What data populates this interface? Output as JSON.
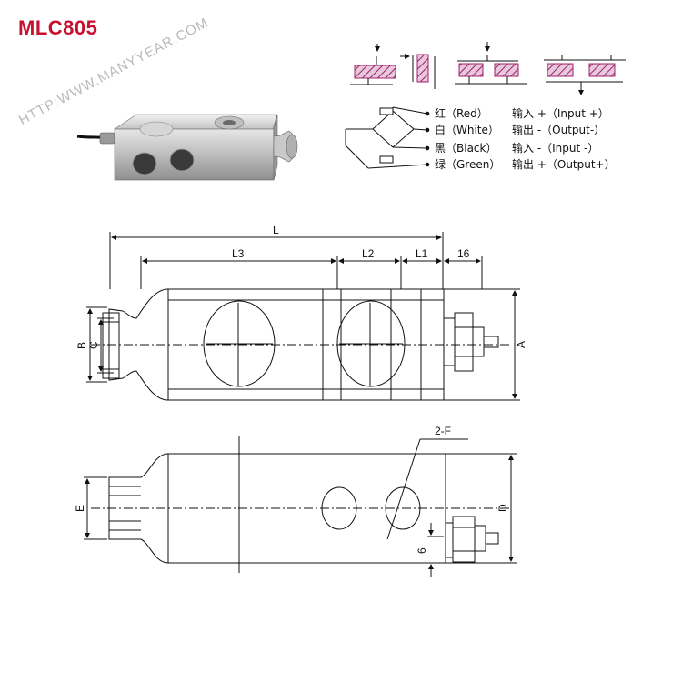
{
  "title": "MLC805",
  "watermark": "HTTP:WWW.MANYYEAR.COM",
  "wiring": [
    {
      "color_label": "红（Red）",
      "signal_label": "输入 +（Input +）",
      "wire_color": "#c8102e"
    },
    {
      "color_label": "白（White）",
      "signal_label": "输出 -（Output-）",
      "wire_color": "#888888"
    },
    {
      "color_label": "黑（Black）",
      "signal_label": "输入 -（Input -）",
      "wire_color": "#000000"
    },
    {
      "color_label": "绿（Green）",
      "signal_label": "输出 +（Output+）",
      "wire_color": "#1a7f2a"
    }
  ],
  "dimensions": {
    "L": "L",
    "L3": "L3",
    "L2": "L2",
    "L1": "L1",
    "sixteen": "16",
    "A": "A",
    "B": "B",
    "C": "C",
    "D": "D",
    "E": "E",
    "F": "2-F",
    "six": "6"
  },
  "colors": {
    "title": "#c8102e",
    "hatch": "#a0206a",
    "line": "#111111"
  }
}
